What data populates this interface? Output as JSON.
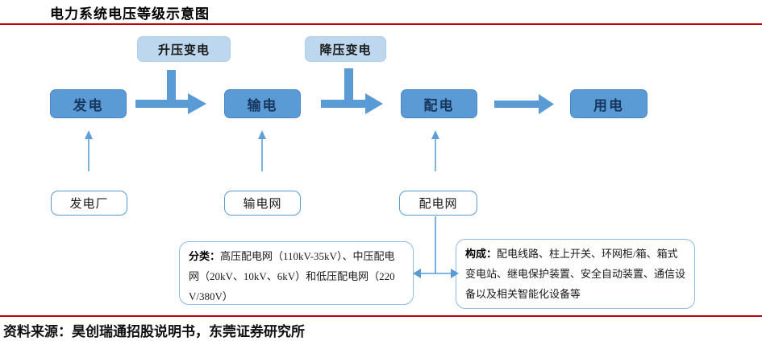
{
  "title": "电力系统电压等级示意图",
  "source": "资料来源：昊创瑞通招股说明书，东莞证券研究所",
  "colors": {
    "accent_blue": "#5B9BD5",
    "light_blue": "#BDD7EE",
    "dark_text": "#17375E",
    "red_line": "#C00000"
  },
  "flow": {
    "stages": [
      {
        "label": "发电"
      },
      {
        "label": "输电"
      },
      {
        "label": "配电"
      },
      {
        "label": "用电"
      }
    ],
    "transformers": [
      {
        "label": "升压变电"
      },
      {
        "label": "降压变电"
      }
    ],
    "networks": [
      {
        "label": "发电厂"
      },
      {
        "label": "输电网"
      },
      {
        "label": "配电网"
      }
    ]
  },
  "details": {
    "classification": {
      "label": "分类：",
      "text": "高压配电网（110kV-35kV）、中压配电网（20kV、10kV、6kV）和低压配电网（220V/380V）"
    },
    "composition": {
      "label": "构成：",
      "text": "配电线路、柱上开关、环网柜/箱、箱式变电站、继电保护装置、安全自动装置、通信设备以及相关智能化设备等"
    }
  }
}
